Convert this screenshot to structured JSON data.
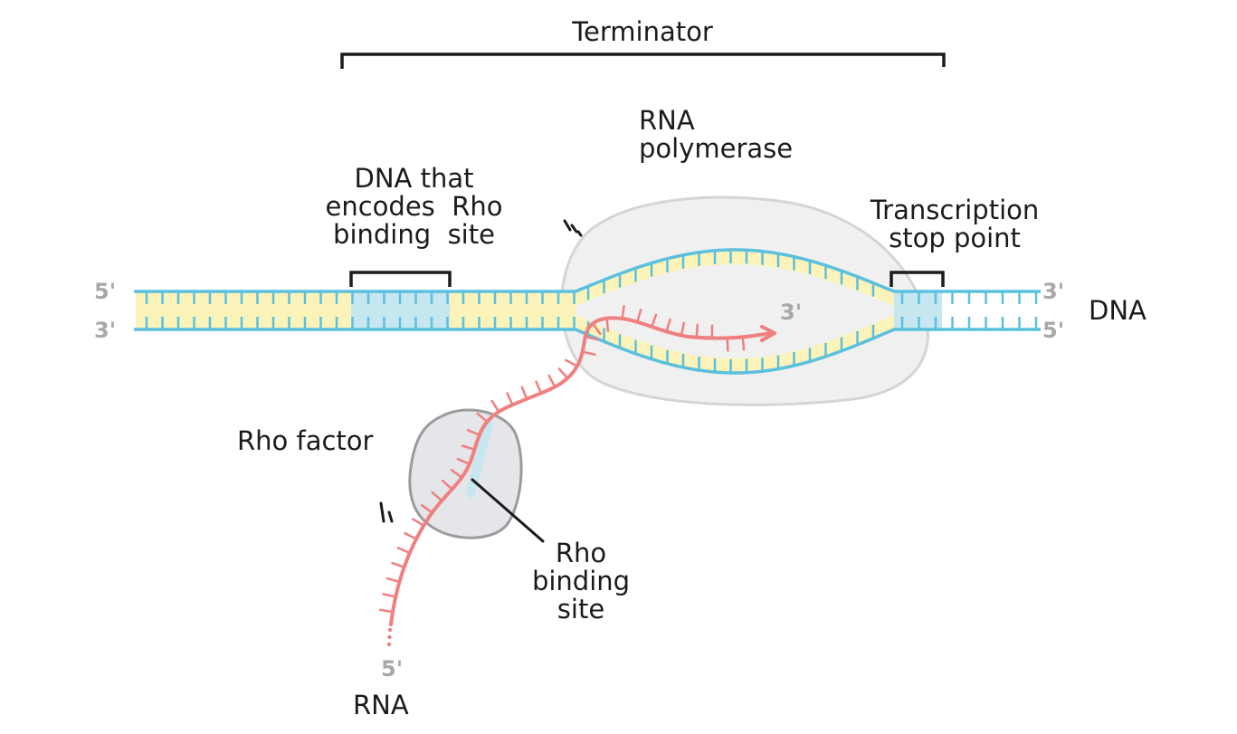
{
  "labels": {
    "terminator": "Terminator",
    "rna_polymerase": "RNA\npolymerase",
    "dna_rho_site": "DNA that\nencodes  Rho\nbinding  site",
    "stop_point": "Transcription\nstop point",
    "dna": "DNA",
    "rho_factor": "Rho factor",
    "rho_binding_site": "Rho\nbinding\nsite",
    "rna": "RNA"
  },
  "ends": {
    "dna_top_left": "5'",
    "dna_bottom_left": "3'",
    "dna_top_right": "3'",
    "dna_bottom_right": "5'",
    "rna_3prime": "3'",
    "rna_5prime": "5'"
  },
  "colors": {
    "dna_strand": "#5bc0de",
    "base_fill": "#fbf3b9",
    "rho_site_fill": "#c6e6f0",
    "rna_strand": "#f07f7f",
    "polymerase_fill": "#f0f0f0",
    "polymerase_edge": "#d5d5d5",
    "rho_fill": "#e4e6e9",
    "rho_edge": "#9b9b9b",
    "ink": "#1b1b1b",
    "end_label": "#a8a8a8"
  }
}
